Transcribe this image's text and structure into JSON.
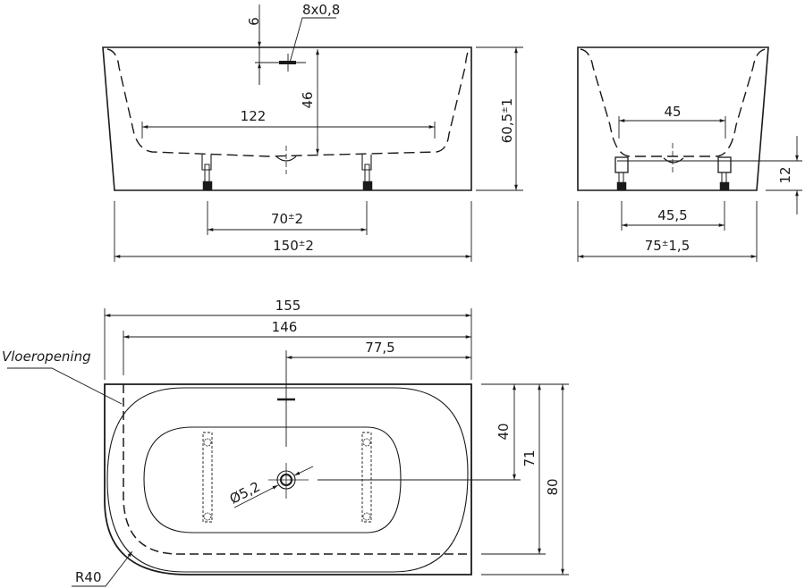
{
  "drawing": {
    "title": "Bathtub technical drawing",
    "colors": {
      "line": "#1a1a1a",
      "background": "#ffffff"
    }
  },
  "front_view": {
    "overflow_offset": "6",
    "overflow_size": "8x0,8",
    "inner_depth": "46",
    "inner_length": "122",
    "height": "60,5",
    "height_tol": "±1",
    "leg_spacing": "70",
    "leg_spacing_tol": "±2",
    "base_length": "150",
    "base_length_tol": "±2"
  },
  "side_view": {
    "inner_width": "45",
    "leg_height": "12",
    "leg_spacing": "45,5",
    "base_width": "75",
    "base_width_tol": "±1,5"
  },
  "top_view": {
    "total_length": "155",
    "floor_opening_length": "146",
    "drain_offset": "77,5",
    "floor_opening_label": "Vloeropening",
    "drain_diameter": "Ø5,2",
    "corner_radius": "R40",
    "drain_from_top": "40",
    "floor_opening_width": "71",
    "total_width": "80"
  }
}
